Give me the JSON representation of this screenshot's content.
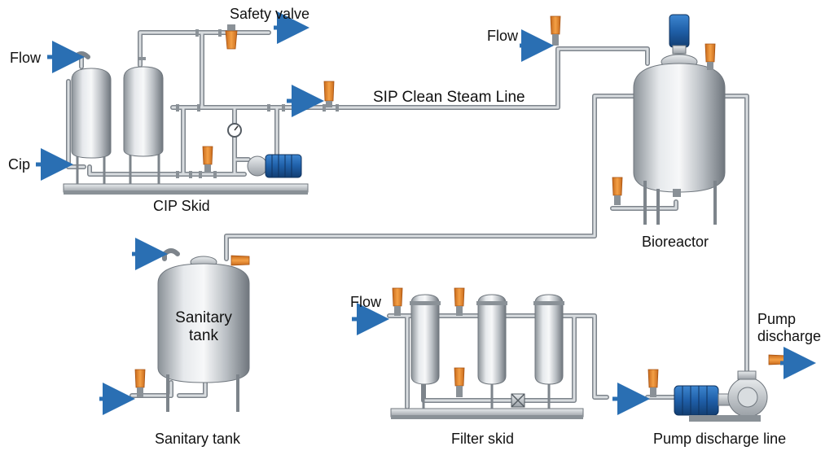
{
  "diagram": {
    "labels": {
      "flow_cip": "Flow",
      "cip": "Cip",
      "safety_valve": "Safety valve",
      "cip_skid": "CIP Skid",
      "sip_line": "SIP Clean Steam Line",
      "flow_bioreactor": "Flow",
      "bioreactor": "Bioreactor",
      "sanitary_tank_body": "Sanitary\ntank",
      "sanitary_tank": "Sanitary tank",
      "flow_filter": "Flow",
      "filter_skid": "Filter skid",
      "pump_discharge": "Pump\ndischarge",
      "pump_discharge_line": "Pump discharge line"
    },
    "colors": {
      "pipe": "#b9bec3",
      "pipe_edge": "#7d848b",
      "steel_light": "#eef0f2",
      "steel_mid": "#b4b9be",
      "steel_dark": "#767d84",
      "valve_orange": "#e8852a",
      "motor_blue": "#1f5fa8",
      "arrow_blue": "#2a6fb3"
    }
  }
}
